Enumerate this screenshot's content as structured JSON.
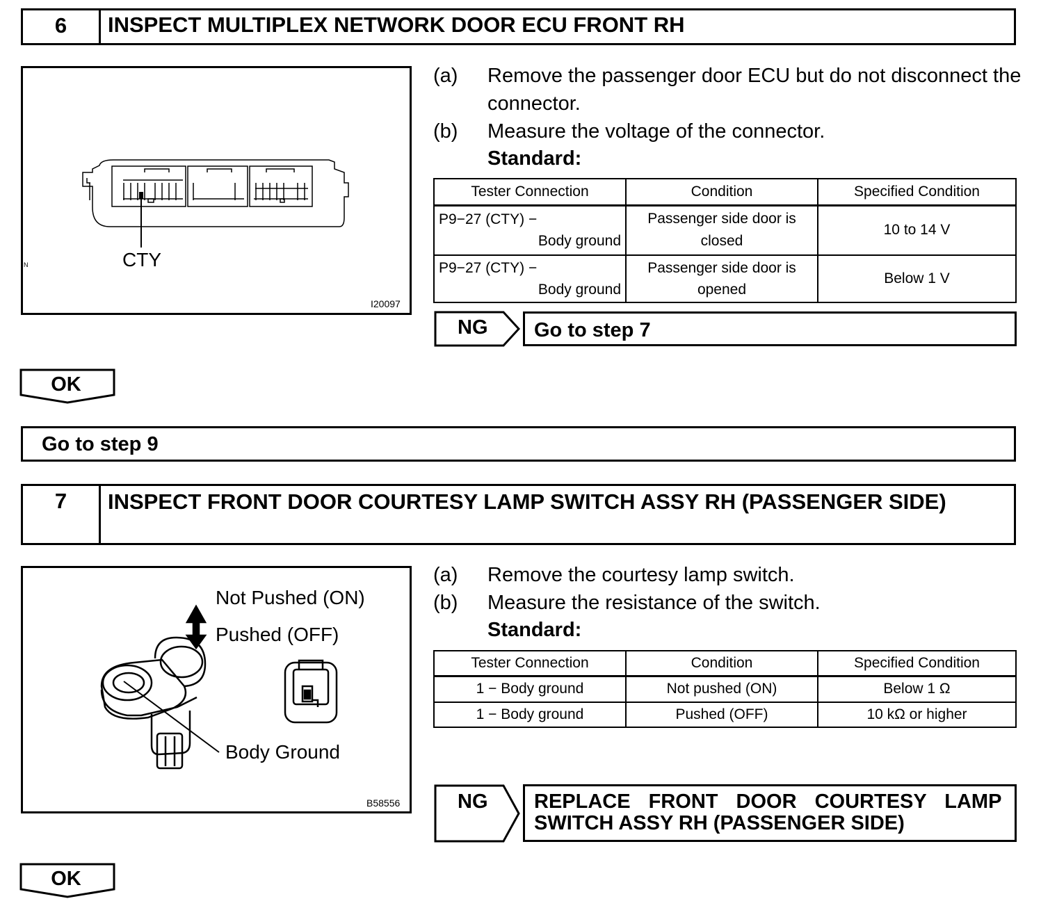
{
  "step6": {
    "number": "6",
    "title": "INSPECT MULTIPLEX NETWORK DOOR ECU FRONT RH",
    "instructions": [
      {
        "label": "(a)",
        "text": "Remove the passenger door ECU but do not disconnect the connector."
      },
      {
        "label": "(b)",
        "text": "Measure the voltage of the connector."
      }
    ],
    "standard": "Standard:",
    "figure": {
      "label": "CTY",
      "id": "I20097",
      "mark": "N"
    },
    "table": {
      "headers": [
        "Tester Connection",
        "Condition",
        "Specified Condition"
      ],
      "rows": [
        {
          "conn_a": "P9−27 (CTY) −",
          "conn_b": "Body ground",
          "cond_a": "Passenger side door is",
          "cond_b": "closed",
          "spec": "10 to 14 V"
        },
        {
          "conn_a": "P9−27 (CTY) −",
          "conn_b": "Body ground",
          "cond_a": "Passenger side door is",
          "cond_b": "opened",
          "spec": "Below 1 V"
        }
      ]
    },
    "ng_label": "NG",
    "ng_action": "Go to step 7",
    "ok_label": "OK",
    "next": "Go to step 9"
  },
  "step7": {
    "number": "7",
    "title": "INSPECT FRONT DOOR COURTESY LAMP SWITCH ASSY RH (PASSENGER SIDE)",
    "instructions": [
      {
        "label": "(a)",
        "text": "Remove the courtesy lamp switch."
      },
      {
        "label": "(b)",
        "text": "Measure the resistance of the switch."
      }
    ],
    "standard": "Standard:",
    "figure": {
      "label_not_pushed": "Not Pushed (ON)",
      "label_pushed": "Pushed (OFF)",
      "label_ground": "Body Ground",
      "id": "B58556"
    },
    "table": {
      "headers": [
        "Tester Connection",
        "Condition",
        "Specified Condition"
      ],
      "rows": [
        {
          "conn": "1 − Body ground",
          "cond": "Not pushed (ON)",
          "spec": "Below 1 Ω"
        },
        {
          "conn": "1 − Body ground",
          "cond": "Pushed (OFF)",
          "spec": "10 kΩ or higher"
        }
      ]
    },
    "ng_label": "NG",
    "ng_action_line1": "REPLACE FRONT DOOR COURTESY LAMP",
    "ng_action_line2": "SWITCH ASSY RH (PASSENGER SIDE)",
    "ok_label": "OK"
  }
}
